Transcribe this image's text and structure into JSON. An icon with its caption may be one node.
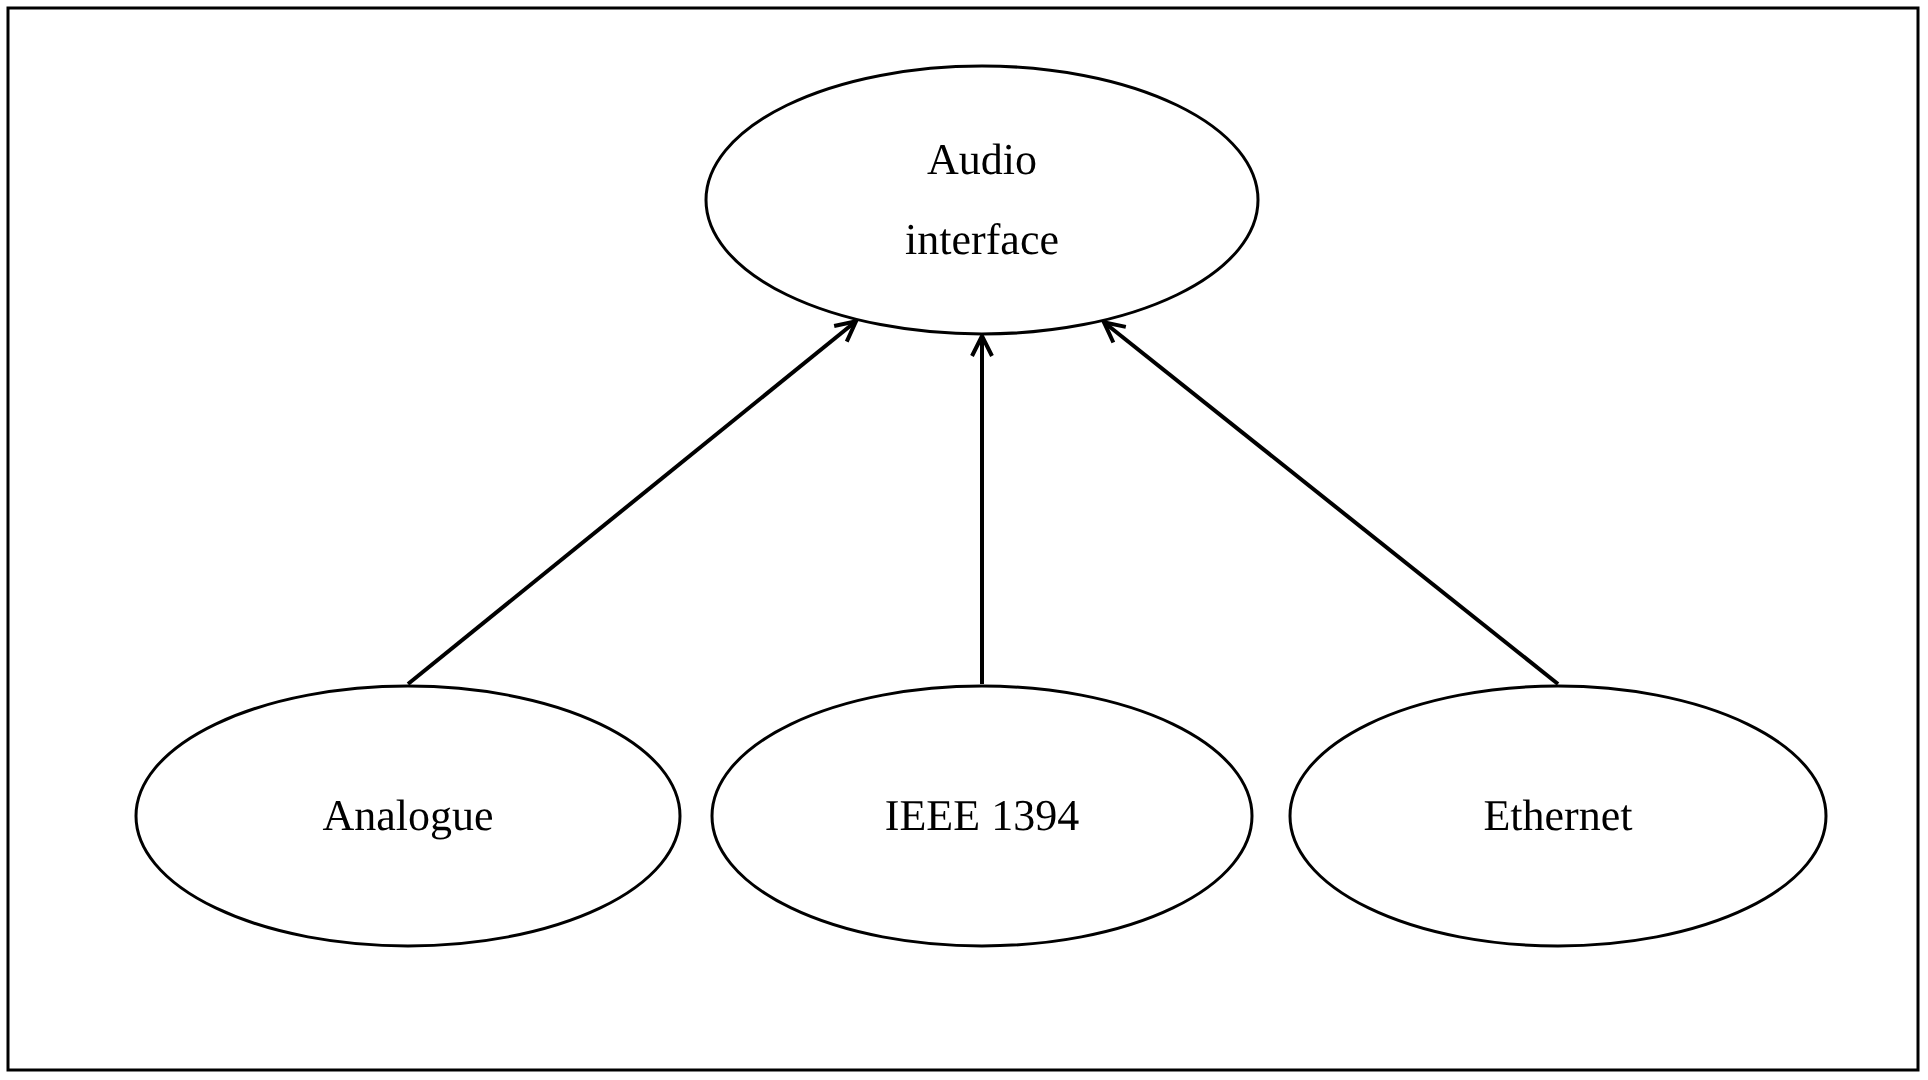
{
  "diagram": {
    "nodes": [
      {
        "text": [
          "Audio interface"
        ]
      },
      {
        "text": [
          "Analogue"
        ]
      },
      {
        "text": [
          "IEEE 1394"
        ]
      },
      {
        "text": [
          "Ethernet"
        ]
      }
    ],
    "edges": [
      {
        "from": 1,
        "to": 0,
        "arrow": "to"
      },
      {
        "from": 2,
        "to": 0,
        "arrow": "to"
      },
      {
        "from": 3,
        "to": 0,
        "arrow": "to"
      }
    ]
  }
}
